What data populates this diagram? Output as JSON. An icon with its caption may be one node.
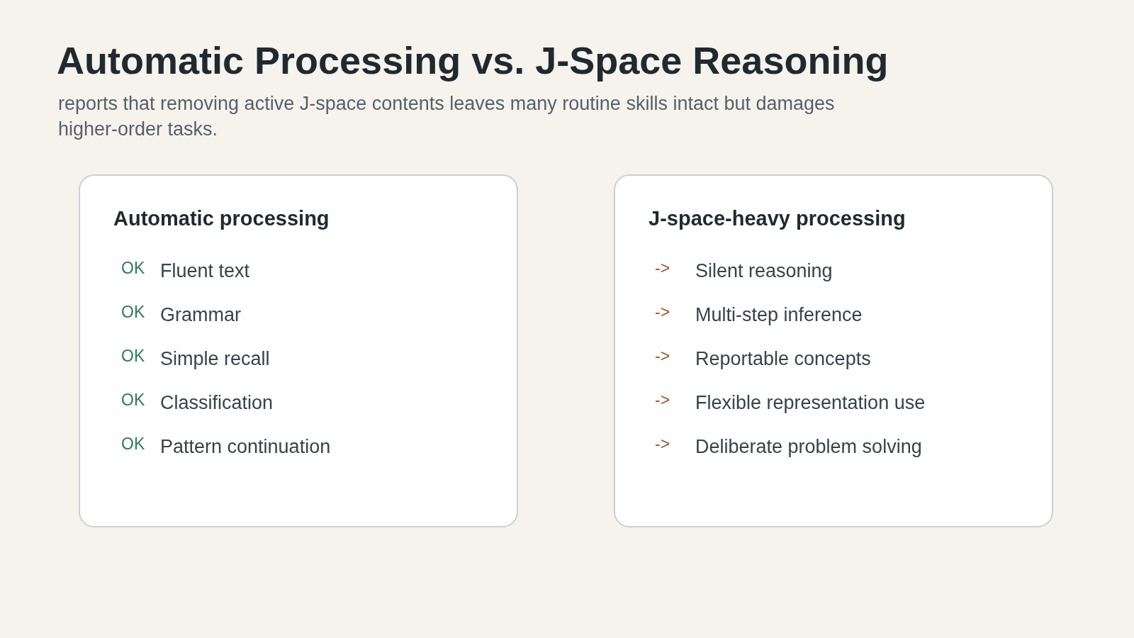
{
  "diagram": {
    "title": "Automatic Processing vs. J-Space Reasoning",
    "nodes": [
      {
        "text": [
          "Automatic processing",
          "OK",
          "Fluent text",
          "OK",
          "Grammar",
          "OK",
          "Simple recall",
          "OK",
          "Classification",
          "OK",
          "Pattern continuation"
        ]
      },
      {
        "text": [
          "J-space-heavy processing",
          "->",
          "Silent reasoning",
          "->",
          "Multi-step inference",
          "->",
          "Reportable concepts",
          "->",
          "Flexible representation use",
          "->",
          "Deliberate problem solving"
        ]
      }
    ],
    "edges": [],
    "labels": [
      "reports that removing active J-space contents leaves many routine skills intact but damages higher-order tasks."
    ]
  }
}
